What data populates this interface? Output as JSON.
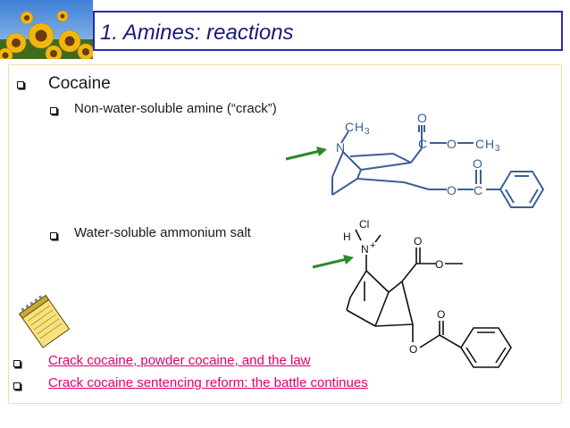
{
  "slide": {
    "title": "1.  Amines:  reactions",
    "bullets": {
      "cocaine": "Cocaine",
      "non_water_soluble": "Non-water-soluble amine (“crack”)",
      "water_soluble": "Water-soluble ammonium salt"
    },
    "links": [
      "Crack cocaine, powder cocaine, and the law",
      "Crack cocaine sentencing reform:  the battle continues"
    ]
  },
  "structure1": {
    "n": "N",
    "ch3_top_c": "C",
    "ch3_top_h": "H",
    "ch3_top_sub": "3",
    "o1": "O",
    "c1": "C",
    "o2": "O",
    "ch3_right_c": "C",
    "ch3_right_h": "H",
    "ch3_right_sub": "3",
    "o3": "O",
    "o4": "O",
    "c2": "C"
  },
  "structure2": {
    "cl": "Cl",
    "h": "H",
    "n": "N",
    "plus": "+",
    "o1": "O",
    "o2": "O",
    "o3": "O",
    "o4": "O"
  },
  "colors": {
    "title_border": "#2a2aa8",
    "title_text": "#1a1a7a",
    "link": "#e0006a",
    "structure_blue": "#3c5f93",
    "arrow_green": "#2a8a2a",
    "content_border": "#f1dfa4"
  },
  "icons": {
    "photo": "sunflower-photo",
    "notepad": "notepad-icon",
    "arrows": "green-arrow-icon"
  }
}
